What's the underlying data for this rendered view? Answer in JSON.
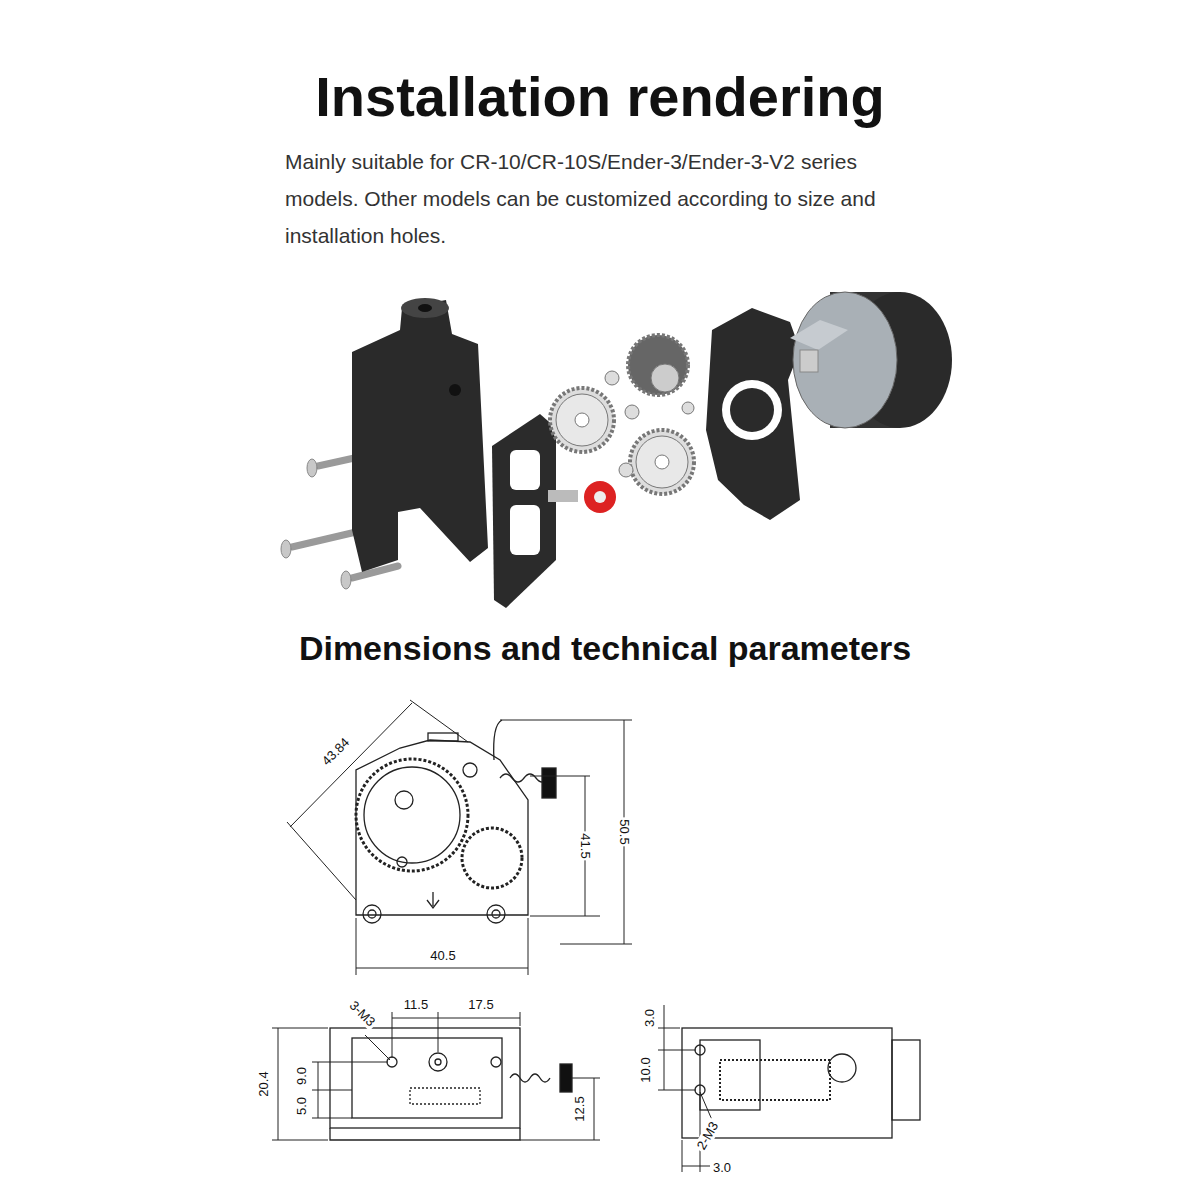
{
  "diagram": {
    "title": "Installation rendering",
    "labels": [
      "Mainly suitable for CR-10/CR-10S/Ender-3/Ender-3-V2 series models. Other models can be customized according to size and installation holes.",
      "Dimensions and technical parameters",
      "43.84",
      "41.5",
      "50.5",
      "40.5",
      "3-M3",
      "11.5",
      "17.5",
      "20.4",
      "9.0",
      "5.0",
      "12.5",
      "3.0",
      "10.0",
      "2-M3",
      "3.0"
    ]
  }
}
